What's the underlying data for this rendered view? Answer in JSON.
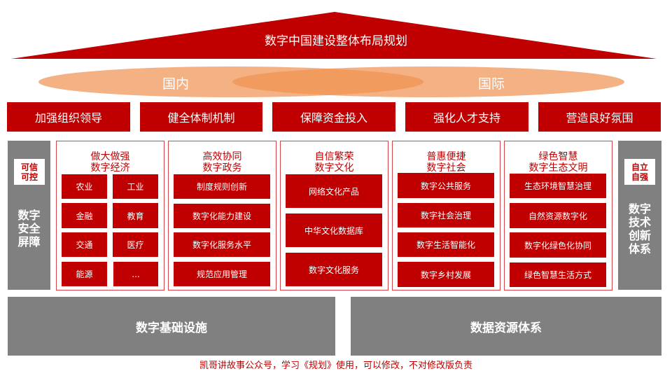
{
  "title": "数字中国建设整体布局规划",
  "scopes": [
    "国内",
    "国际"
  ],
  "pillars": [
    "加强组织领导",
    "健全体制机制",
    "保障资金投入",
    "强化人才支持",
    "营造良好氛围"
  ],
  "left_side": {
    "badge": [
      "可信",
      "可控"
    ],
    "label": [
      "数字",
      "安全",
      "屏障"
    ]
  },
  "right_side": {
    "badge": [
      "自立",
      "自强"
    ],
    "label": [
      "数字",
      "技术",
      "创新",
      "体系"
    ]
  },
  "columns": [
    {
      "title": [
        "做大做强",
        "数字经济"
      ],
      "items": [
        "农业",
        "工业",
        "金融",
        "教育",
        "交通",
        "医疗",
        "能源",
        "..."
      ]
    },
    {
      "title": [
        "高效协同",
        "数字政务"
      ],
      "items": [
        "制度规则创新",
        "数字化能力建设",
        "数字化服务水平",
        "规范应用管理"
      ]
    },
    {
      "title": [
        "自信繁荣",
        "数字文化"
      ],
      "items": [
        "网络文化产品",
        "中华文化数据库",
        "数字文化服务"
      ]
    },
    {
      "title": [
        "普惠便捷",
        "数字社会"
      ],
      "items": [
        "数字公共服务",
        "数字社会治理",
        "数字生活智能化",
        "数字乡村发展"
      ]
    },
    {
      "title": [
        "绿色智慧",
        "数字生态文明"
      ],
      "items": [
        "生态环境智慧治理",
        "自然资源数字化",
        "数字化绿色化协同",
        "绿色智慧生活方式"
      ]
    }
  ],
  "foundations": [
    "数字基础设施",
    "数据资源体系"
  ],
  "footer": "凯哥讲故事公众号，学习《规划》使用，可以修改，不对修改版负责",
  "colors": {
    "red": "#C00000",
    "gray": "#808080",
    "peach": "#F4B183",
    "overlap": "#F19C5E"
  }
}
